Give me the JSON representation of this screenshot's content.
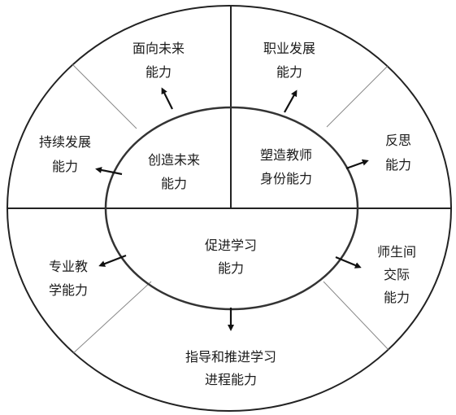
{
  "inner": {
    "create_future": [
      "创造未来",
      "能力"
    ],
    "shape_identity": [
      "塑造教师",
      "身份能力"
    ],
    "promote_learning": [
      "促进学习",
      "能力"
    ]
  },
  "outer": {
    "future_facing": [
      "面向未来",
      "能力"
    ],
    "career_development": [
      "职业发展",
      "能力"
    ],
    "sustainable_development": [
      "持续发展",
      "能力"
    ],
    "reflection": [
      "反思",
      "能力"
    ],
    "professional_teaching": [
      "专业教",
      "学能力"
    ],
    "teacher_student_interaction": [
      "师生间",
      "交际",
      "能力"
    ],
    "guide_learning_process": [
      "指导和推进学习",
      "进程能力"
    ]
  }
}
